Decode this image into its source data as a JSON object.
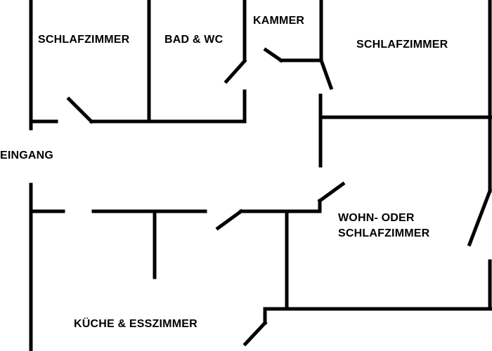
{
  "rooms": {
    "bedroom_left": "SCHLAFZIMMER",
    "bath": "BAD & WC",
    "storage": "KAMMER",
    "bedroom_right": "SCHLAFZIMMER",
    "entrance": "EINGANG",
    "living_line1": "WOHN- ODER",
    "living_line2": "SCHLAFZIMMER",
    "kitchen": "KÜCHE & ESSZIMMER"
  },
  "colors": {
    "walls": "#000000",
    "background": "#ffffff"
  }
}
